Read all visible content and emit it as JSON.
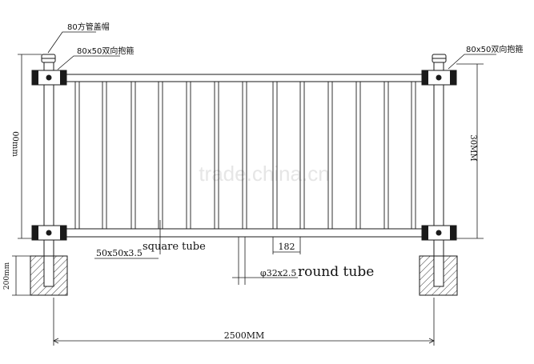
{
  "labels": {
    "cap": "80方管盖帽",
    "clamp_left": "80x50双向抱箍",
    "clamp_right": "80x50双向抱箍",
    "height_left": "00mm",
    "height_right": "30MM",
    "base_height": "200mm",
    "square_tube_size": "50x50x3.5",
    "square_tube_name": "square tube",
    "spacing": "182",
    "round_tube_size": "φ32x2.5",
    "round_tube_name": "round tube",
    "total_length": "2500MM"
  },
  "watermark": "trade.china.cn",
  "colors": {
    "line": "#1a1a1a",
    "hatch": "#333333",
    "watermark": "#e6e6e6"
  }
}
